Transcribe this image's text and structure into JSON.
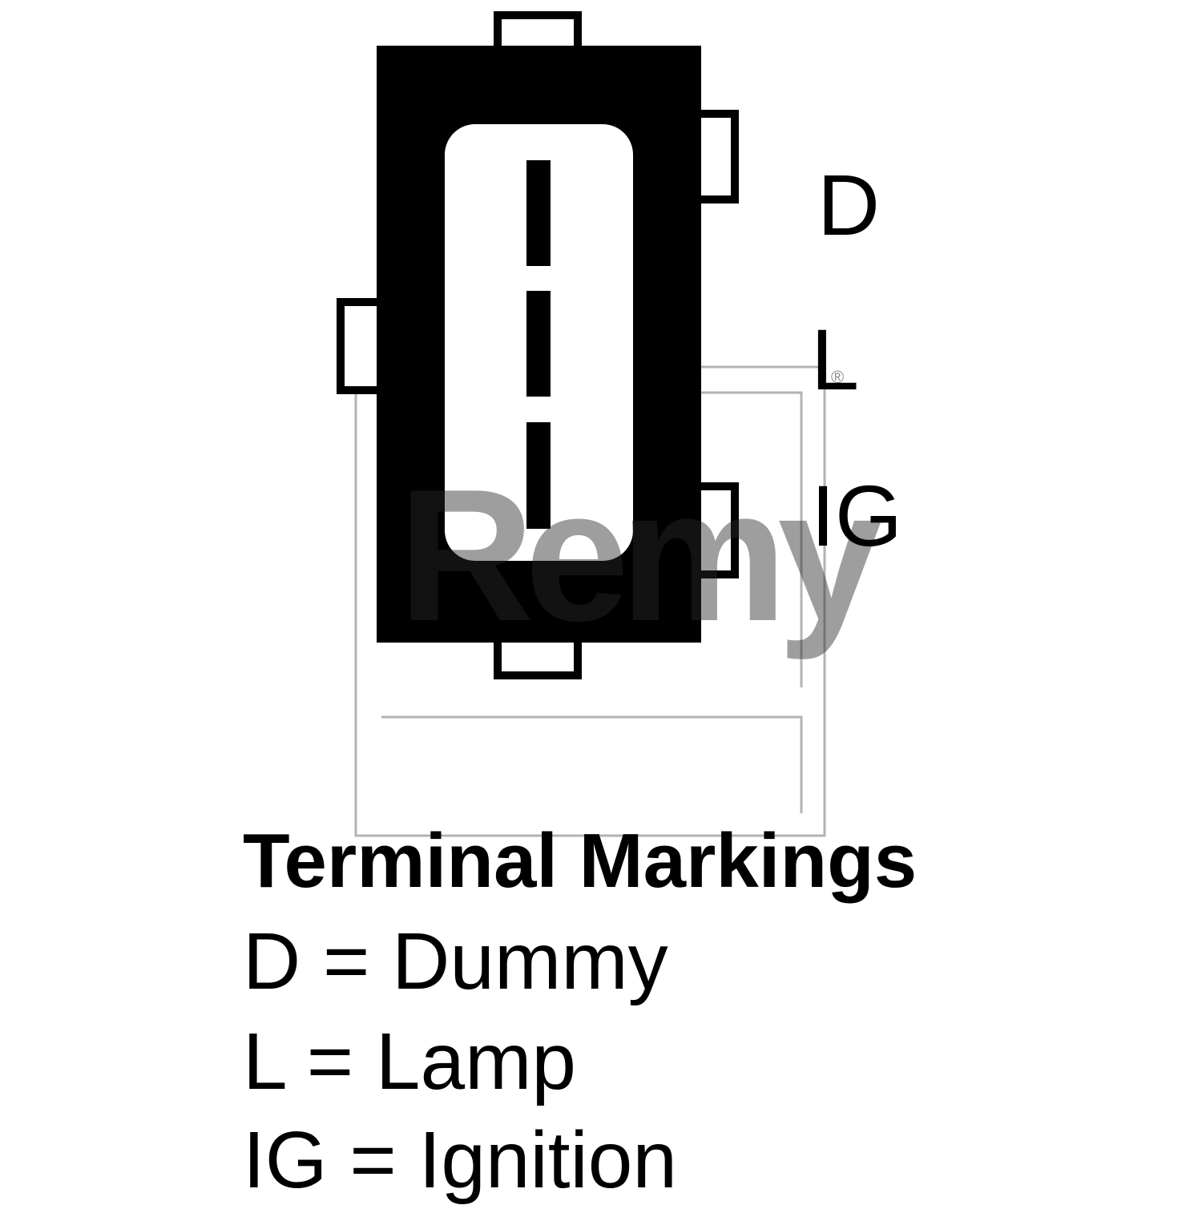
{
  "connector": {
    "pins": [
      {
        "id": "D",
        "label": "D"
      },
      {
        "id": "L",
        "label": "L"
      },
      {
        "id": "IG",
        "label": "IG"
      }
    ]
  },
  "watermark": {
    "brand": "Remy",
    "registered_mark": "®"
  },
  "legend": {
    "title": "Terminal Markings",
    "entries": [
      {
        "code": "D",
        "meaning": "Dummy",
        "text": "D = Dummy"
      },
      {
        "code": "L",
        "meaning": "Lamp",
        "text": "L = Lamp"
      },
      {
        "code": "IG",
        "meaning": "Ignition",
        "text": "IG = Ignition"
      }
    ]
  },
  "colors": {
    "ink": "#000000",
    "background": "#ffffff",
    "watermark": "#333333"
  }
}
